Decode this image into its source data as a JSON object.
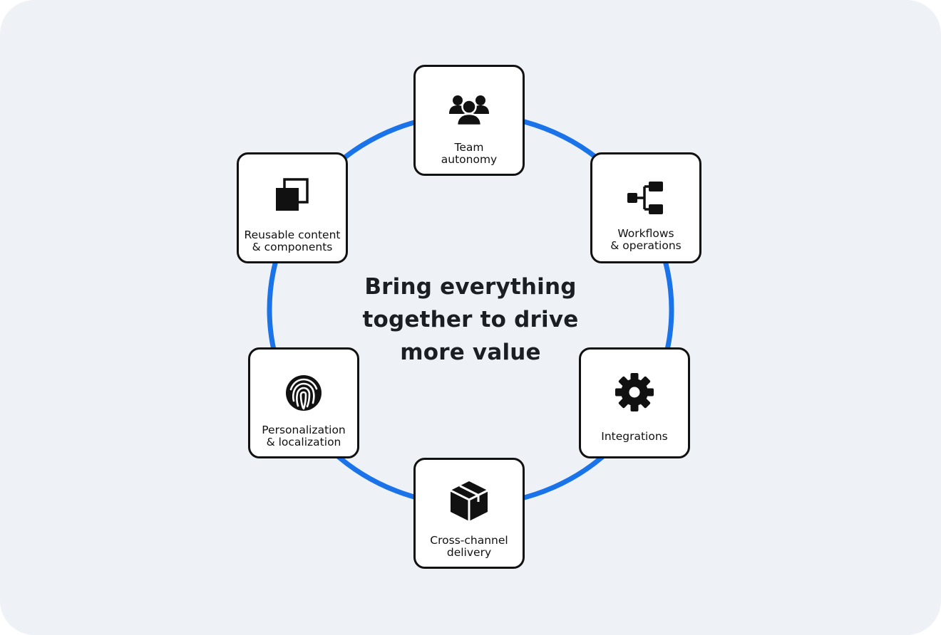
{
  "center": {
    "title_lines": [
      "Bring everything",
      "together to drive",
      "more value"
    ]
  },
  "colors": {
    "background": "#eef2f7",
    "ring": "#1a73e8",
    "card_border": "#111111",
    "card_fill": "#ffffff"
  },
  "nodes": [
    {
      "id": "team-autonomy",
      "icon": "team-icon",
      "lines": [
        "Team",
        "autonomy"
      ]
    },
    {
      "id": "workflows-operations",
      "icon": "workflow-icon",
      "lines": [
        "Workflows",
        "& operations"
      ]
    },
    {
      "id": "integrations",
      "icon": "gear-icon",
      "lines": [
        "Integrations"
      ]
    },
    {
      "id": "cross-channel-delivery",
      "icon": "package-icon",
      "lines": [
        "Cross-channel",
        "delivery"
      ]
    },
    {
      "id": "personalization-localization",
      "icon": "fingerprint-icon",
      "lines": [
        "Personalization",
        "& localization"
      ]
    },
    {
      "id": "reusable-content-components",
      "icon": "copy-icon",
      "lines": [
        "Reusable content",
        "& components"
      ]
    }
  ]
}
